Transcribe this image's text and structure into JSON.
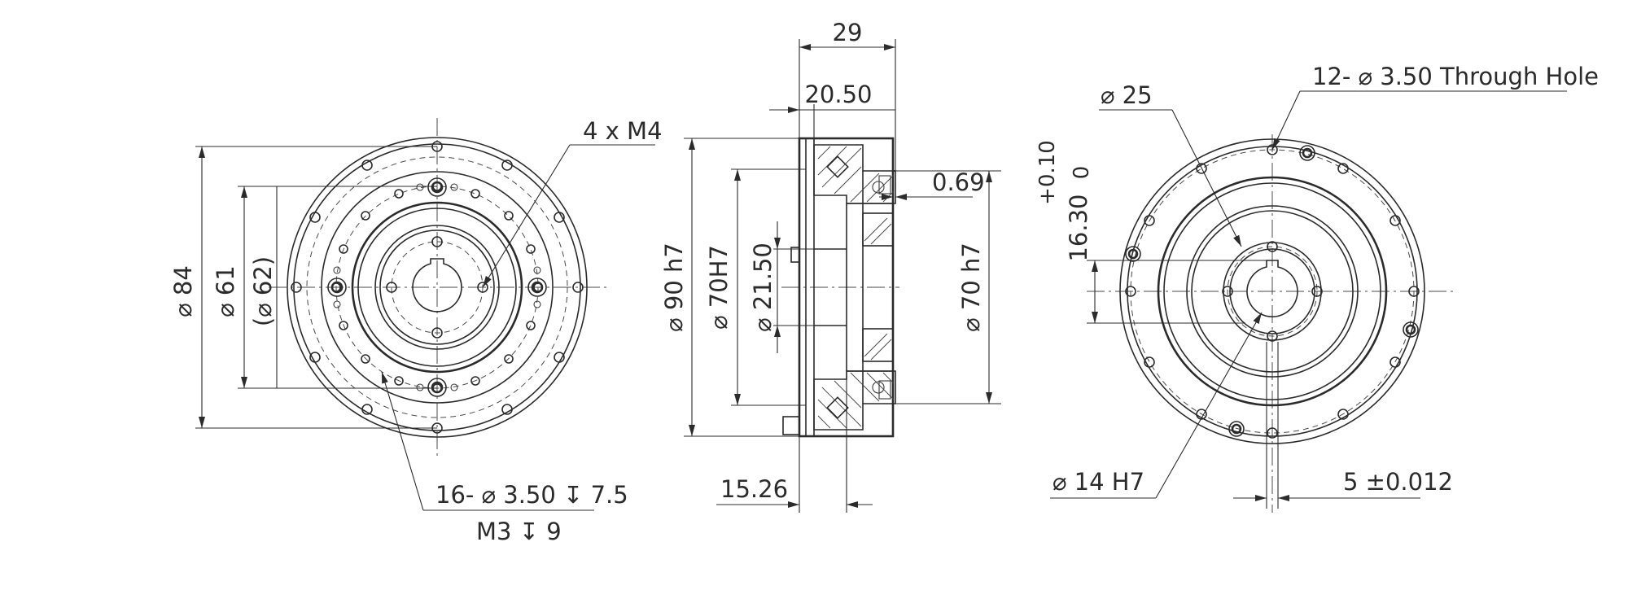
{
  "left_view": {
    "dia_84": "⌀ 84",
    "dia_61": "⌀ 61",
    "dia_62": "(⌀ 62)",
    "tap_holes": "4 x M4",
    "mount_holes": "16- ⌀ 3.50 ↧ 7.5",
    "mount_thread": "M3 ↧ 9"
  },
  "section_view": {
    "width_29": "29",
    "width_20_50": "20.50",
    "offset_0_69": "0.69",
    "dia_90": "⌀ 90 h7",
    "dia_70H7": "⌀ 70H7",
    "dia_21_50": "⌀ 21.50",
    "dia_70h7": "⌀ 70 h7",
    "depth_15_26": "15.26"
  },
  "right_view": {
    "through_hole": "12- ⌀ 3.50 Through Hole",
    "dia_25": "⌀ 25",
    "keyway_depth": "16.30",
    "tol_upper": "+0.10",
    "tol_lower": "0",
    "bore": "⌀ 14 H7",
    "key_width": "5 ±0.012"
  }
}
